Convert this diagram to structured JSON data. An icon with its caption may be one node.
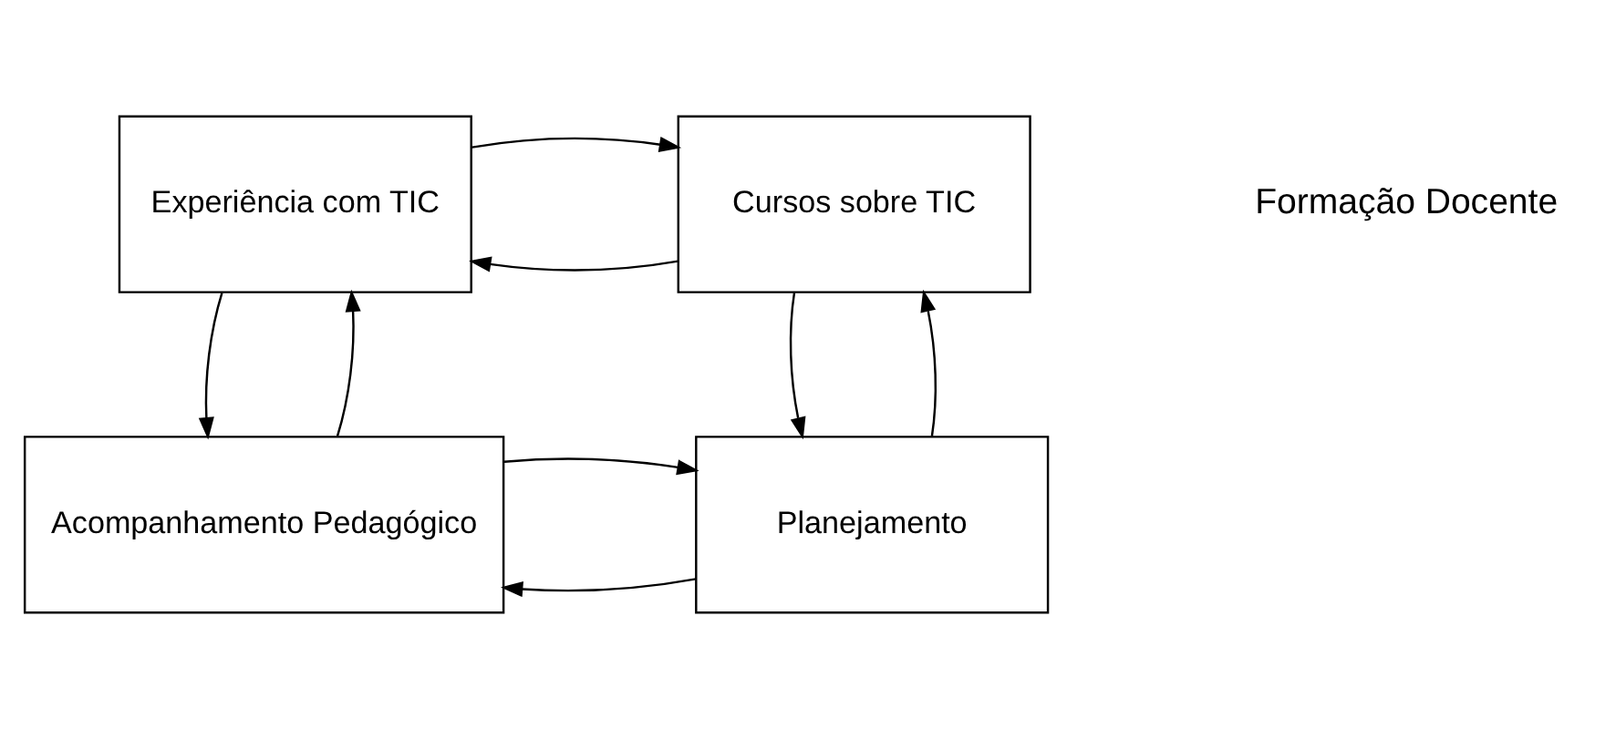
{
  "diagram": {
    "nodes": [
      {
        "text": [
          "Experiência com TIC"
        ]
      },
      {
        "text": [
          "Cursos sobre TIC"
        ]
      },
      {
        "text": [
          "Acompanhamento Pedagógico"
        ]
      },
      {
        "text": [
          "Planejamento"
        ]
      }
    ],
    "edges": [
      {
        "from": 1,
        "to": 0,
        "arrow": "to"
      },
      {
        "from": 0,
        "to": 1,
        "arrow": "to"
      },
      {
        "from": 0,
        "to": 2,
        "arrow": "to"
      },
      {
        "from": 2,
        "to": 0,
        "arrow": "to"
      },
      {
        "from": 1,
        "to": 3,
        "arrow": "to"
      },
      {
        "from": 3,
        "to": 1,
        "arrow": "to"
      },
      {
        "from": 3,
        "to": 2,
        "arrow": "to"
      },
      {
        "from": 2,
        "to": 3,
        "arrow": "to"
      }
    ],
    "labels": [
      "Formação Docente"
    ]
  }
}
